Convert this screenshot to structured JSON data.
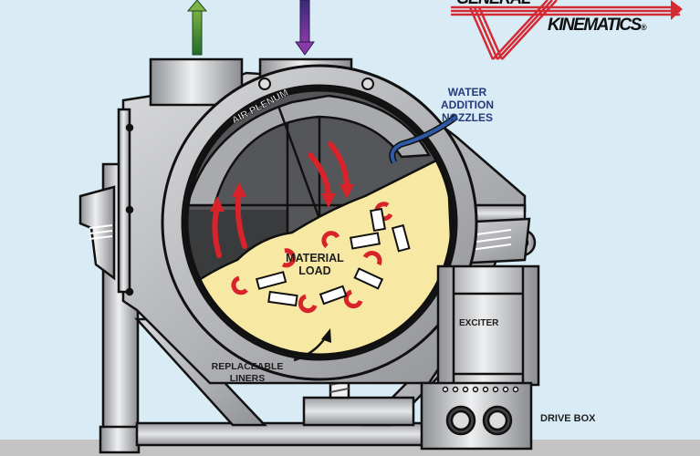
{
  "title": "General Kinematics Rotary Drum Diagram",
  "logo": {
    "line1": "GENERAL",
    "line2": "KINEMATICS",
    "registered": "®",
    "color": "#d42a34"
  },
  "flow_arrows": {
    "exhaust": {
      "direction": "up",
      "color": "#3f8c2e"
    },
    "inlet": {
      "direction": "down",
      "color": "#5a2d91"
    }
  },
  "labels": {
    "water_nozzles_line1": "WATER ADDITION",
    "water_nozzles_line2": "NOZZLES",
    "air_plenum": "AIR PLENUM",
    "material_line1": "MATERIAL",
    "material_line2": "LOAD",
    "liners_line1": "REPLACEABLE",
    "liners_line2": "LINERS",
    "exciter": "EXCITER",
    "drive_box": "DRIVE BOX"
  },
  "colors": {
    "background": "#d9ecf6",
    "floor": "#c4c4c4",
    "steel": "#b9bbbe",
    "material": "#f7e8a4",
    "airflow": "#d8232a",
    "water_pipe": "#2e5aa8",
    "label_blue": "#243a7a",
    "label_dark": "#1e1e1e"
  }
}
